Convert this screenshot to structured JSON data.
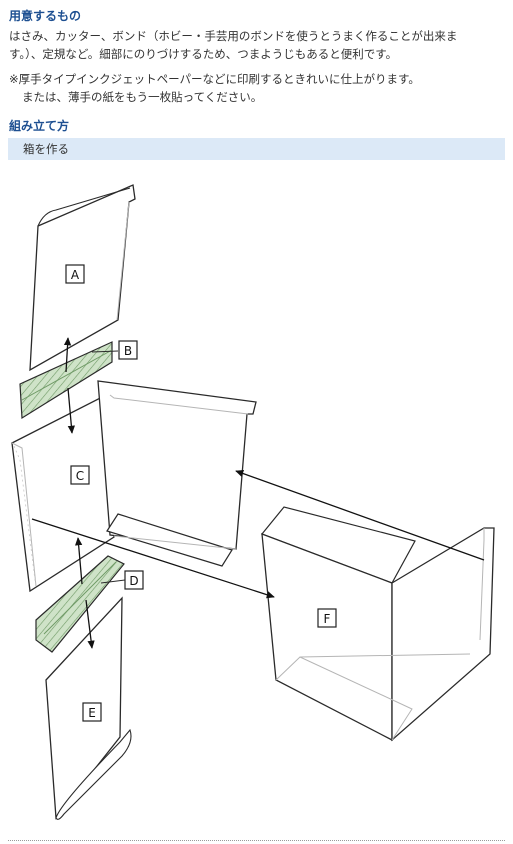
{
  "materials": {
    "heading": "用意するもの",
    "lines": [
      "はさみ、カッター、ボンド（ホビー・手芸用のボンドを使うとうまく作ることが出来ま",
      "す。）、定規など。細部にのりづけするため、つまようじもあると便利です。"
    ],
    "note_lines": [
      "※厚手タイプインクジェットペーパーなどに印刷するときれいに仕上がります。",
      "または、薄手の紙をもう一枚貼ってください。"
    ]
  },
  "assembly": {
    "heading": "組み立て方",
    "step_title": "箱を作る"
  },
  "diagram": {
    "part_labels": [
      "A",
      "B",
      "C",
      "D",
      "E",
      "F"
    ],
    "colors": {
      "outline": "#2a2a2a",
      "inner_line": "#b5b5b5",
      "hatch_fill": "#cfe3c8",
      "hatch_line": "#6f9a66"
    }
  }
}
